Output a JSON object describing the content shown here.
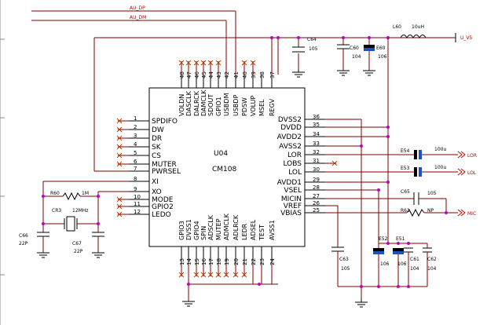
{
  "chip": {
    "designator": "U04",
    "part": "CM108"
  },
  "pins_left": [
    {
      "num": "1",
      "name": "SPDIFO"
    },
    {
      "num": "2",
      "name": "DW"
    },
    {
      "num": "3",
      "name": "DR"
    },
    {
      "num": "4",
      "name": "SK"
    },
    {
      "num": "5",
      "name": "CS"
    },
    {
      "num": "6",
      "name": "MUTER"
    },
    {
      "num": "7",
      "name": "PWRSEL"
    },
    {
      "num": "8",
      "name": "XI"
    },
    {
      "num": "9",
      "name": "XO"
    },
    {
      "num": "10",
      "name": "MODE"
    },
    {
      "num": "11",
      "name": "GPIO2"
    },
    {
      "num": "12",
      "name": "LEDO"
    }
  ],
  "pins_right": [
    {
      "num": "36",
      "name": "DVSS2"
    },
    {
      "num": "35",
      "name": "DVDD"
    },
    {
      "num": "34",
      "name": "AVDD2"
    },
    {
      "num": "33",
      "name": "AVSS2"
    },
    {
      "num": "32",
      "name": "LOR"
    },
    {
      "num": "31",
      "name": "LOBS"
    },
    {
      "num": "30",
      "name": "LOL"
    },
    {
      "num": "29",
      "name": "AVDD1"
    },
    {
      "num": "28",
      "name": "VSEL"
    },
    {
      "num": "27",
      "name": "MICIN"
    },
    {
      "num": "26",
      "name": "VREF"
    },
    {
      "num": "25",
      "name": "VBIAS"
    }
  ],
  "pins_top": [
    {
      "num": "48",
      "name": "VOLDN"
    },
    {
      "num": "47",
      "name": "DASCLK"
    },
    {
      "num": "46",
      "name": "DALRCK"
    },
    {
      "num": "45",
      "name": "DAMCLK"
    },
    {
      "num": "44",
      "name": "SDOUT"
    },
    {
      "num": "43",
      "name": "GPIO1"
    },
    {
      "num": "42",
      "name": "USBDM"
    },
    {
      "num": "41",
      "name": "USBDP"
    },
    {
      "num": "40",
      "name": "PDSW"
    },
    {
      "num": "39",
      "name": "VOLUP"
    },
    {
      "num": "38",
      "name": "MSEL"
    },
    {
      "num": "37",
      "name": "REGV"
    }
  ],
  "pins_bottom": [
    {
      "num": "13",
      "name": "GPIO3"
    },
    {
      "num": "14",
      "name": "DVSS1"
    },
    {
      "num": "15",
      "name": "GPIO4"
    },
    {
      "num": "16",
      "name": "SPIN"
    },
    {
      "num": "17",
      "name": "ADSCLK"
    },
    {
      "num": "18",
      "name": "MUTEP"
    },
    {
      "num": "19",
      "name": "ADMCLK"
    },
    {
      "num": "20",
      "name": "ADLRCK"
    },
    {
      "num": "21",
      "name": "LEDR"
    },
    {
      "num": "22",
      "name": "ADSEL"
    },
    {
      "num": "23",
      "name": "TEST"
    },
    {
      "num": "24",
      "name": "AVSS1"
    }
  ],
  "nets": {
    "au_dp": "AU_DP",
    "au_dm": "AU_DM",
    "vin": "U_V5",
    "lor": "LOR",
    "lol": "LOL",
    "mic": "MIC"
  },
  "parts": {
    "c64": {
      "ref": "C64",
      "val": "105"
    },
    "c60": {
      "ref": "C60",
      "val": "104"
    },
    "e60": {
      "ref": "E60",
      "val": "106"
    },
    "l60": {
      "ref": "L60",
      "val": "10uH"
    },
    "e54": {
      "ref": "E54",
      "val": "100u"
    },
    "e53": {
      "ref": "E53",
      "val": "100u"
    },
    "c65": {
      "ref": "C65",
      "val": "105"
    },
    "r61": {
      "ref": "R61",
      "val": "NP"
    },
    "r60": {
      "ref": "R60",
      "val": "1M"
    },
    "cr3": {
      "ref": "CR3",
      "val": "12MHz"
    },
    "c66": {
      "ref": "C66",
      "val": "22P"
    },
    "c67": {
      "ref": "C67",
      "val": "22P"
    },
    "c63": {
      "ref": "C63",
      "val": "105"
    },
    "e52": {
      "ref": "E52",
      "val": "106"
    },
    "e51": {
      "ref": "E51",
      "val": "106"
    },
    "c61": {
      "ref": "C61",
      "val": "104"
    },
    "c62": {
      "ref": "C62",
      "val": "104"
    }
  }
}
